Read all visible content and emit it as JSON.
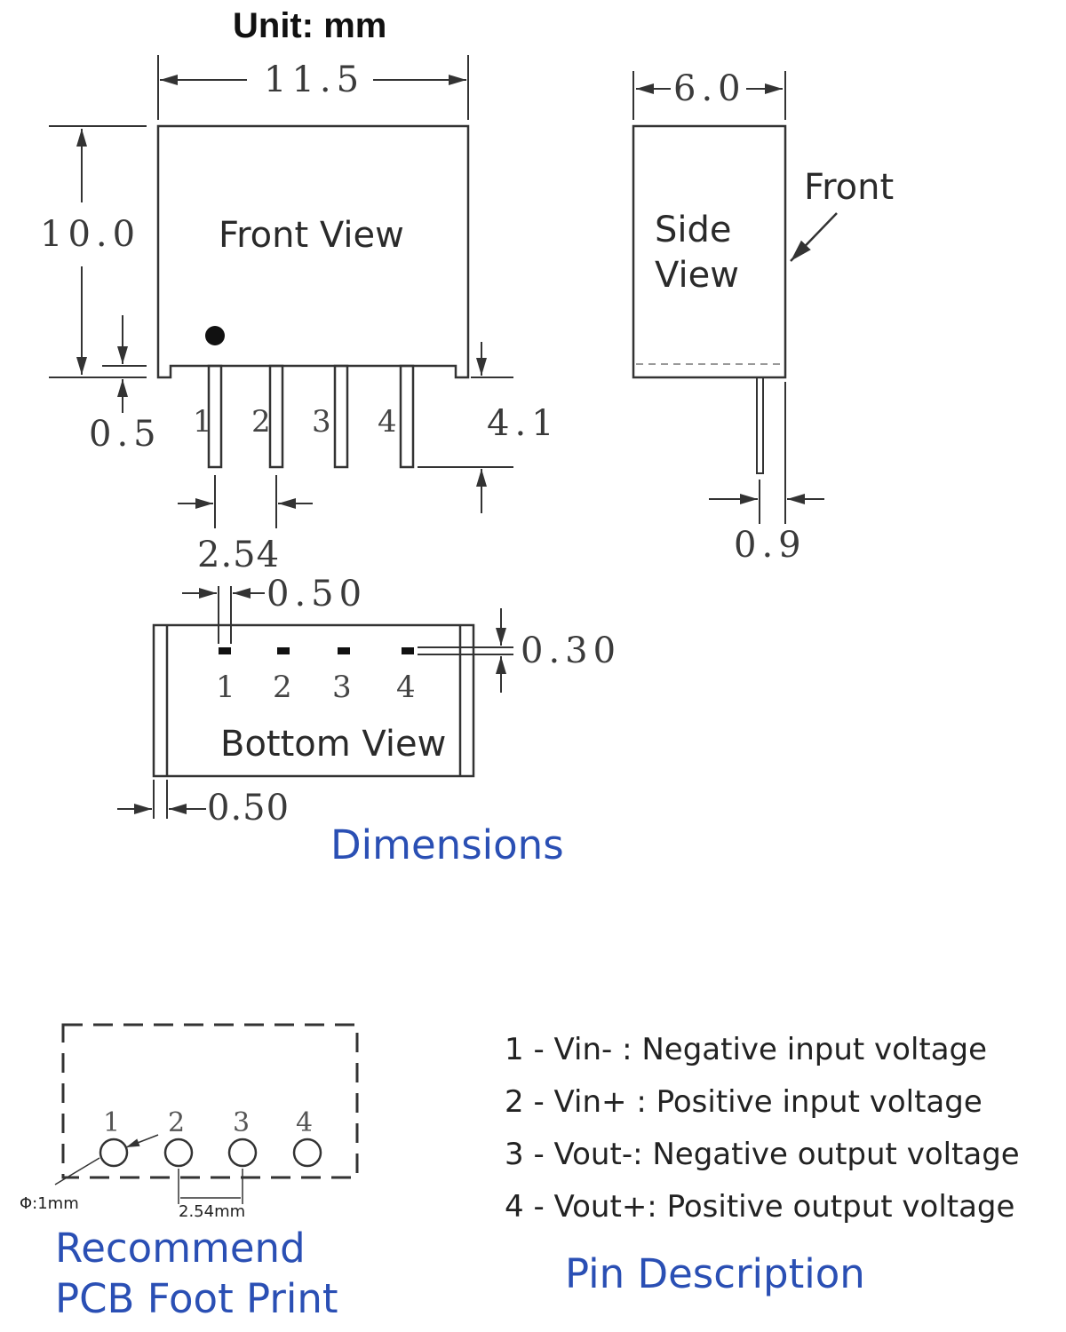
{
  "unit_label": "Unit: mm",
  "front": {
    "width": "11.5",
    "height": "10.0",
    "standoff": "0.5",
    "pin_length": "4.1",
    "pitch": "2.54",
    "label": "Front View",
    "pins": [
      "1",
      "2",
      "3",
      "4"
    ]
  },
  "side": {
    "width": "6.0",
    "label_line1": "Side",
    "label_line2": "View",
    "front_label": "Front",
    "pin_offset": "0.9"
  },
  "bottom": {
    "pin_width": "0.50",
    "pin_thickness": "0.30",
    "edge": "0.50",
    "label": "Bottom View",
    "pins": [
      "1",
      "2",
      "3",
      "4"
    ]
  },
  "dimensions_title": "Dimensions",
  "footprint": {
    "pins": [
      "1",
      "2",
      "3",
      "4"
    ],
    "hole": "Φ:1mm",
    "pitch": "2.54mm",
    "title_line1": "Recommend",
    "title_line2": "PCB Foot Print"
  },
  "pin_description": {
    "items": [
      "1 - Vin- : Negative input voltage",
      "2 - Vin+ : Positive input voltage",
      "3 - Vout-: Negative output voltage",
      "4 - Vout+: Positive output voltage"
    ],
    "title": "Pin Description"
  },
  "colors": {
    "accent": "#2a4fb4",
    "line": "#333333"
  }
}
